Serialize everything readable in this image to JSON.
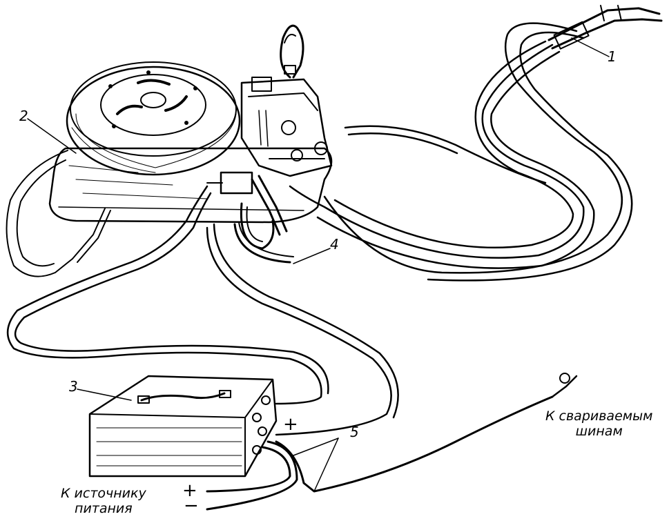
{
  "figure": {
    "callouts": [
      "1",
      "2",
      "3",
      "4",
      "5"
    ],
    "captions": {
      "welded_rails": [
        "К свариваемым",
        "шинам"
      ],
      "power_source": [
        "К источнику",
        "питания"
      ]
    },
    "polarity": {
      "plus": "+",
      "minus": "−"
    }
  }
}
